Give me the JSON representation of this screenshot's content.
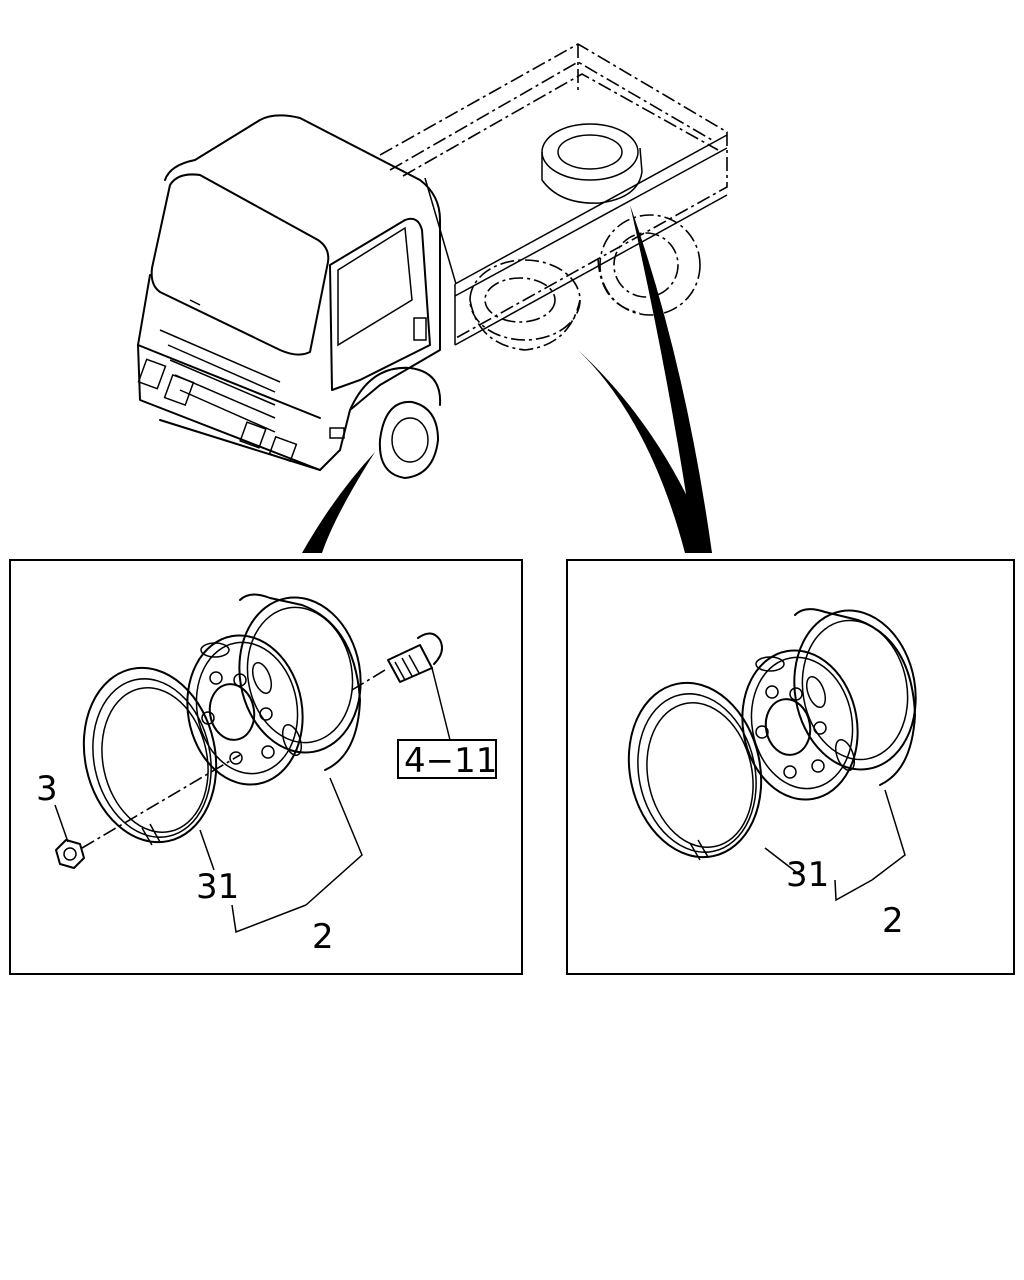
{
  "callouts": {
    "front_nut": "3",
    "front_ring": "31",
    "front_wheel": "2",
    "ref_box": "4−11",
    "rear_ring": "31",
    "rear_wheel": "2"
  }
}
